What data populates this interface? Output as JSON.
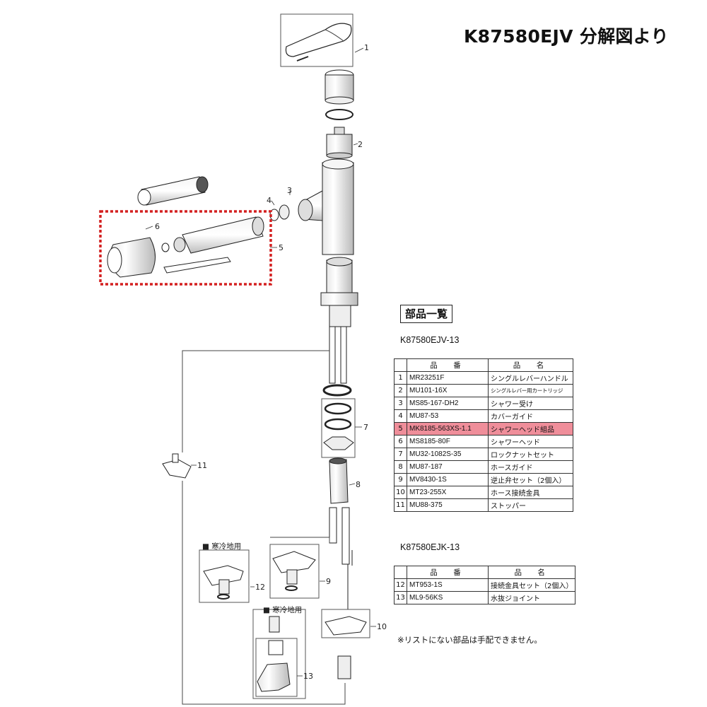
{
  "title": "K87580EJV 分解図より",
  "callouts": [
    "1",
    "2",
    "3",
    "4",
    "5",
    "6",
    "7",
    "8",
    "9",
    "10",
    "11",
    "12",
    "13"
  ],
  "notes": {
    "cold_area_1": "■ 寒冷地用",
    "cold_area_2": "■ 寒冷地用"
  },
  "parts_list": {
    "heading": "部品一覧",
    "model_a": "K87580EJV-13",
    "model_b": "K87580EJK-13",
    "header": {
      "part_no": "品　番",
      "part_name": "品　名"
    },
    "rows_a": [
      {
        "no": "1",
        "code": "MR23251F",
        "name": "シングルレバーハンドル"
      },
      {
        "no": "2",
        "code": "MU101-16X",
        "name": "シングルレバー用カートリッジ"
      },
      {
        "no": "3",
        "code": "MS85-167-DH2",
        "name": "シャワー受け"
      },
      {
        "no": "4",
        "code": "MU87-53",
        "name": "カバーガイド"
      },
      {
        "no": "5",
        "code": "MK8185-563XS-1.1",
        "name": "シャワーヘッド組品"
      },
      {
        "no": "6",
        "code": "MS8185-80F",
        "name": "シャワーヘッド"
      },
      {
        "no": "7",
        "code": "MU32-1082S-35",
        "name": "ロックナットセット"
      },
      {
        "no": "8",
        "code": "MU87-187",
        "name": "ホースガイド"
      },
      {
        "no": "9",
        "code": "MV8430-1S",
        "name": "逆止弁セット（2個入）"
      },
      {
        "no": "10",
        "code": "MT23-255X",
        "name": "ホース接続金具"
      },
      {
        "no": "11",
        "code": "MU88-375",
        "name": "ストッパー"
      }
    ],
    "rows_b": [
      {
        "no": "12",
        "code": "MT953-1S",
        "name": "接続金具セット（2個入）"
      },
      {
        "no": "13",
        "code": "ML9-56KS",
        "name": "水抜ジョイント"
      }
    ],
    "footnote": "※リストにない部品は手配できません。"
  },
  "colors": {
    "highlight_row": "#ef8e9a",
    "dashed_box": "#d42020"
  }
}
